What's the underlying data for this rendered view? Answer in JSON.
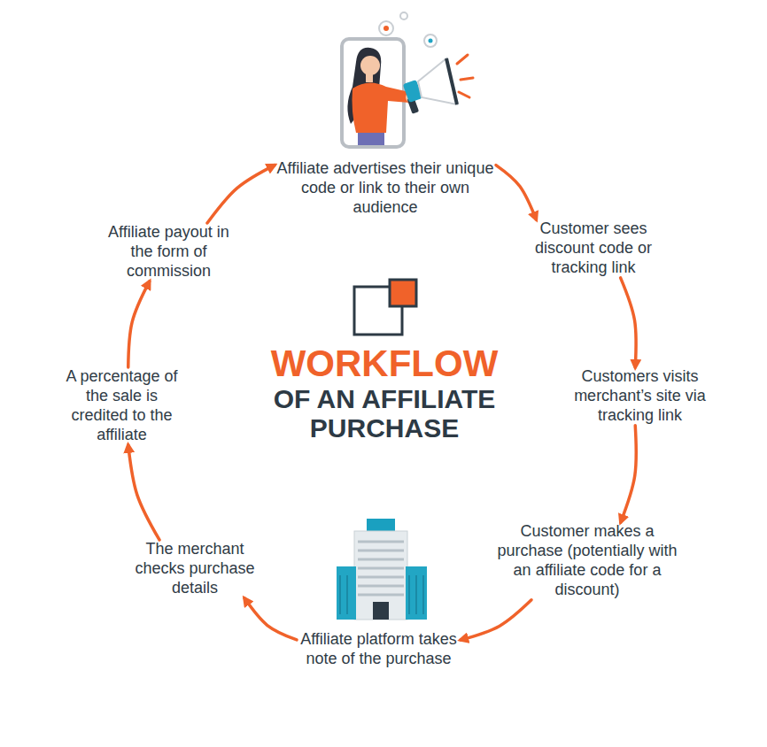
{
  "diagram": {
    "title": "WORKFLOW OF AN AFFILIATE PURCHASE",
    "nodes": [
      {
        "text": [
          "Affiliate advertises their unique code or link to their own audience"
        ]
      },
      {
        "text": [
          "Customer sees discount code or tracking link"
        ]
      },
      {
        "text": [
          "Customers visits merchant’s site via tracking link"
        ]
      },
      {
        "text": [
          "Customer makes a purchase (potentially with an affiliate code for a discount)"
        ]
      },
      {
        "text": [
          "Affiliate platform takes note of the purchase"
        ]
      },
      {
        "text": [
          "The merchant checks purchase details"
        ]
      },
      {
        "text": [
          "A percentage of the sale is credited to the affiliate"
        ]
      },
      {
        "text": [
          "Affiliate payout in the form of commission"
        ]
      }
    ],
    "edges": [
      {
        "from": 0,
        "to": 1,
        "arrow": "to"
      },
      {
        "from": 1,
        "to": 2,
        "arrow": "to"
      },
      {
        "from": 2,
        "to": 3,
        "arrow": "to"
      },
      {
        "from": 3,
        "to": 4,
        "arrow": "to"
      },
      {
        "from": 4,
        "to": 5,
        "arrow": "to"
      },
      {
        "from": 5,
        "to": 6,
        "arrow": "to"
      },
      {
        "from": 6,
        "to": 7,
        "arrow": "to"
      },
      {
        "from": 7,
        "to": 0,
        "arrow": "to"
      }
    ]
  }
}
